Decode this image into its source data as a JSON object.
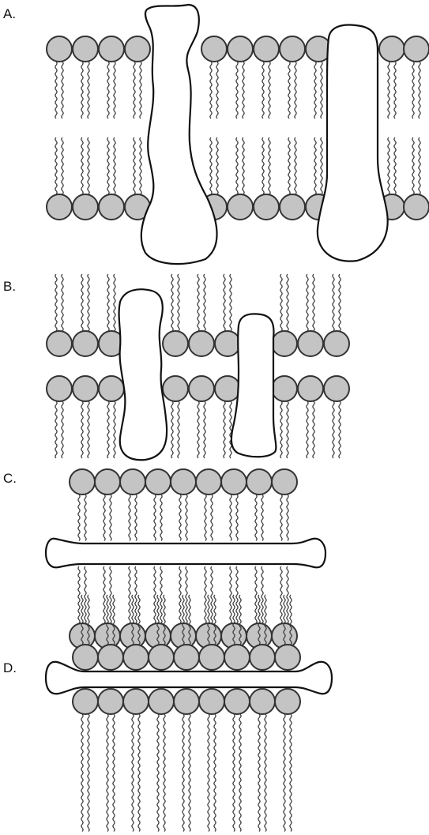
{
  "options": [
    {
      "label": "A."
    },
    {
      "label": "B."
    },
    {
      "label": "C."
    },
    {
      "label": "D."
    }
  ],
  "colors": {
    "head_fill": "#c4c4c4",
    "stroke": "#333333",
    "protein_fill": "#ffffff"
  }
}
